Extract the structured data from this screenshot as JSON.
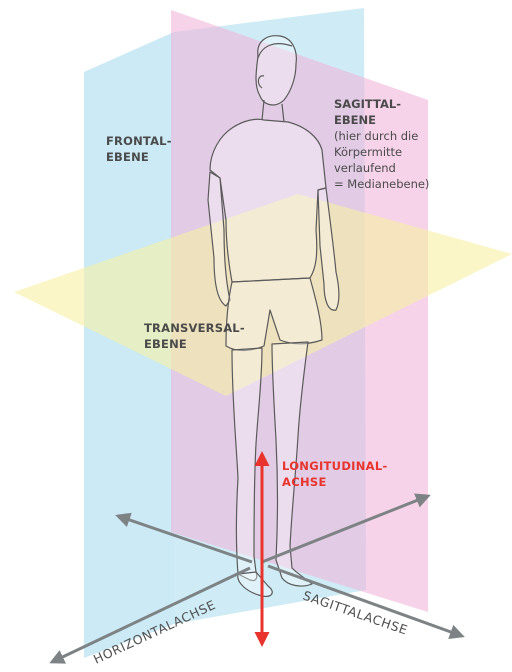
{
  "labels": {
    "frontal_line1": "FRONTAL-",
    "frontal_line2": "EBENE",
    "sagittal_line1": "SAGITTAL-",
    "sagittal_line2": "EBENE",
    "sagittal_note_line1": "(hier durch die",
    "sagittal_note_line2": "Körpermitte",
    "sagittal_note_line3": "verlaufend",
    "sagittal_note_line4": "= Medianebene)",
    "transversal_line1": "TRANSVERSAL-",
    "transversal_line2": "EBENE",
    "longitudinal_line1": "LONGITUDINAL-",
    "longitudinal_line2": "ACHSE",
    "horizontal_axis": "HORIZONTALACHSE",
    "sagittal_axis": "SAGITTALACHSE"
  },
  "colors": {
    "frontal_plane": "#a8dcef",
    "sagittal_plane": "#f0b3d9",
    "transversal_plane": "#f6f0a4",
    "longitudinal_axis": "#e8342c",
    "axis_arrows": "#7d8284",
    "label_text": "#4a4a4a"
  }
}
